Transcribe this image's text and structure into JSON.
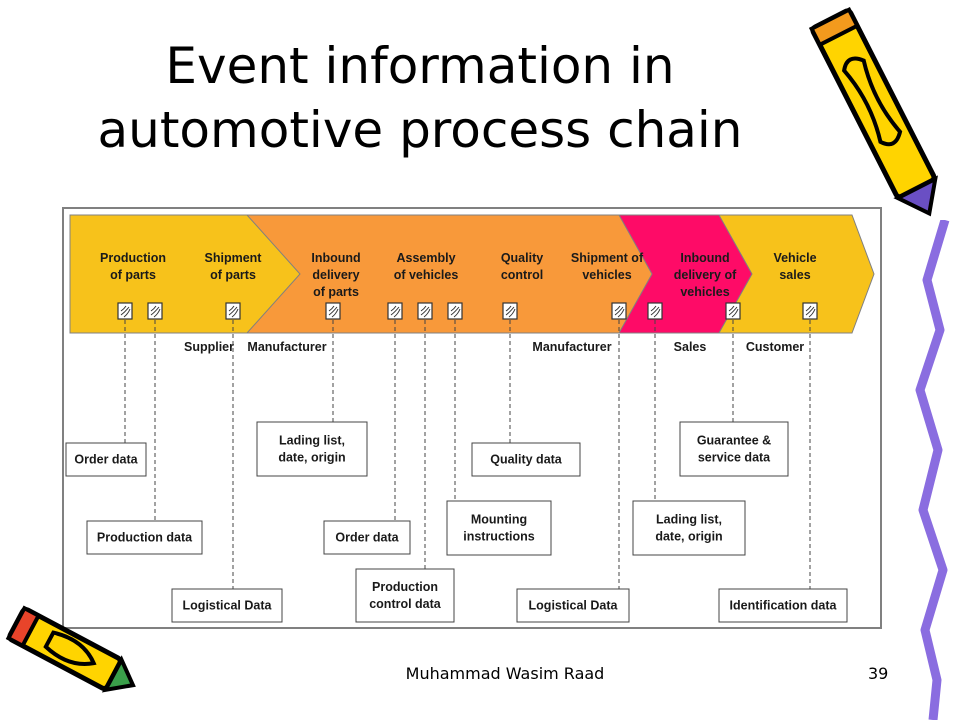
{
  "title": {
    "line1": "Event information in",
    "line2": "automotive process chain"
  },
  "footer": {
    "author": "Muhammad Wasim Raad",
    "page": "39"
  },
  "diagram": {
    "colors": {
      "supplier": "#f7c21b",
      "manufacturer": "#f8993a",
      "sales": "#fe0b67",
      "customer": "#f7c21b",
      "border": "#808080"
    },
    "steps": [
      {
        "lines": [
          "Production",
          "of parts"
        ]
      },
      {
        "lines": [
          "Shipment",
          "of parts"
        ]
      },
      {
        "lines": [
          "Inbound",
          "delivery",
          "of parts"
        ]
      },
      {
        "lines": [
          "Assembly",
          "of vehicles"
        ]
      },
      {
        "lines": [
          "Quality",
          "control"
        ]
      },
      {
        "lines": [
          "Shipment of",
          "vehicles"
        ]
      },
      {
        "lines": [
          "Inbound",
          "delivery of",
          "vehicles"
        ]
      },
      {
        "lines": [
          "Vehicle",
          "sales"
        ]
      }
    ],
    "roles": [
      "Supplier",
      "Manufacturer",
      "Manufacturer",
      "Sales",
      "Customer"
    ],
    "data_boxes": [
      {
        "lines": [
          "Order data"
        ]
      },
      {
        "lines": [
          "Production data"
        ]
      },
      {
        "lines": [
          "Logistical Data"
        ]
      },
      {
        "lines": [
          "Lading list,",
          "date, origin"
        ]
      },
      {
        "lines": [
          "Order data"
        ]
      },
      {
        "lines": [
          "Production",
          "control data"
        ]
      },
      {
        "lines": [
          "Mounting",
          "instructions"
        ]
      },
      {
        "lines": [
          "Quality data"
        ]
      },
      {
        "lines": [
          "Logistical Data"
        ]
      },
      {
        "lines": [
          "Lading list,",
          "date, origin"
        ]
      },
      {
        "lines": [
          "Guarantee &",
          "service data"
        ]
      },
      {
        "lines": [
          "Identification data"
        ]
      }
    ]
  }
}
